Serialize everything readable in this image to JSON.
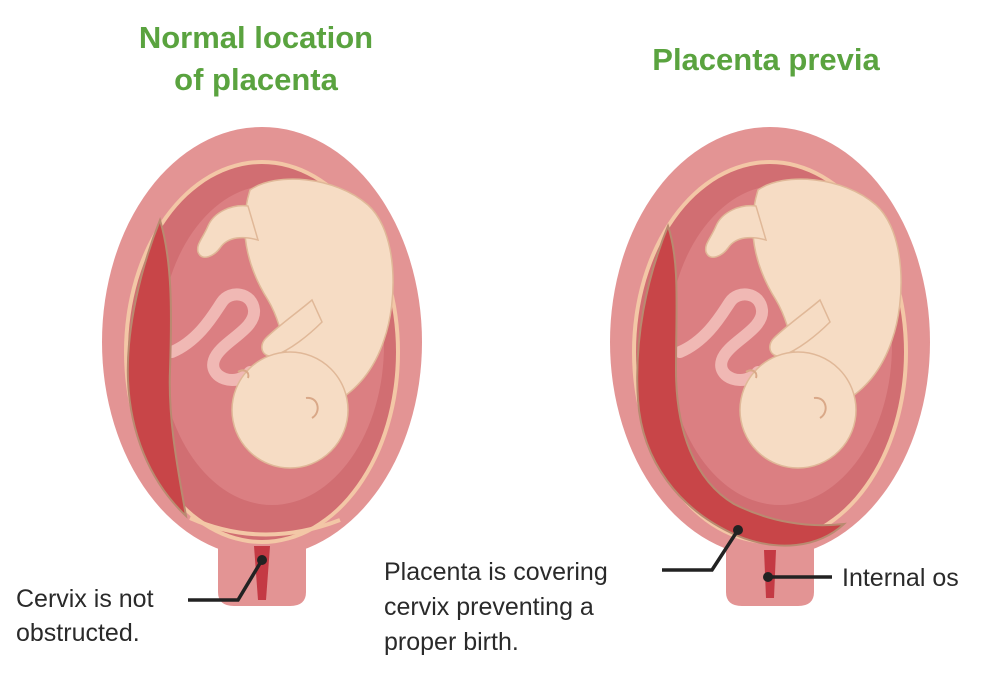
{
  "left_panel": {
    "title_line1": "Normal location",
    "title_line2": "of placenta",
    "label_line1": "Cervix is not",
    "label_line2": "obstructed."
  },
  "right_panel": {
    "title": "Placenta previa",
    "placenta_label_line1": "Placenta is covering",
    "placenta_label_line2": "cervix preventing a",
    "placenta_label_line3": "proper birth.",
    "os_label": "Internal os"
  },
  "colors": {
    "title_green": "#5aa33f",
    "uterine_wall": "#e09090",
    "amniotic_cavity": "#d16e72",
    "placenta": "#c84548",
    "membrane": "#f3c7a6",
    "fetus_skin": "#f6dcc4",
    "umbilical_cord": "#f0b8b4",
    "cervix_canal": "#c43a44"
  },
  "icons": [
    "uterus-illustration",
    "fetus-illustration",
    "placenta-illustration"
  ]
}
